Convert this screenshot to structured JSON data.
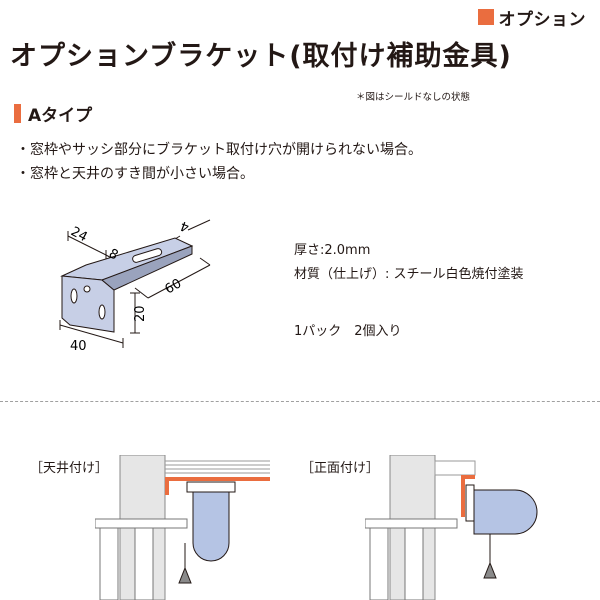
{
  "header": {
    "category_label": "オプション",
    "title": "オプションブラケット(取付け補助金具)",
    "note": "＊図はシールドなしの状態",
    "type_label": "Aタイプ"
  },
  "bullets": [
    "・窓枠やサッシ部分にブラケット取付け穴が開けられない場合。",
    "・窓枠と天井のすき間が小さい場合。"
  ],
  "specs": {
    "thickness": "厚さ:2.0mm",
    "material": "材質（仕上げ）: スチール白色焼付塗装",
    "pack": "1パック　2個入り"
  },
  "dimensions": {
    "d1": "24",
    "d2": "8",
    "d3": "4",
    "d4": "60",
    "d5": "20",
    "d6": "40"
  },
  "install": {
    "ceiling_label": "［天井付け］",
    "front_label": "［正面付け］"
  },
  "colors": {
    "accent": "#ea6d3f",
    "text": "#231815",
    "bracket_fill": "#c7cfe6",
    "roller_fill": "#b5c4e4",
    "wall_fill": "#e6e6e6"
  }
}
